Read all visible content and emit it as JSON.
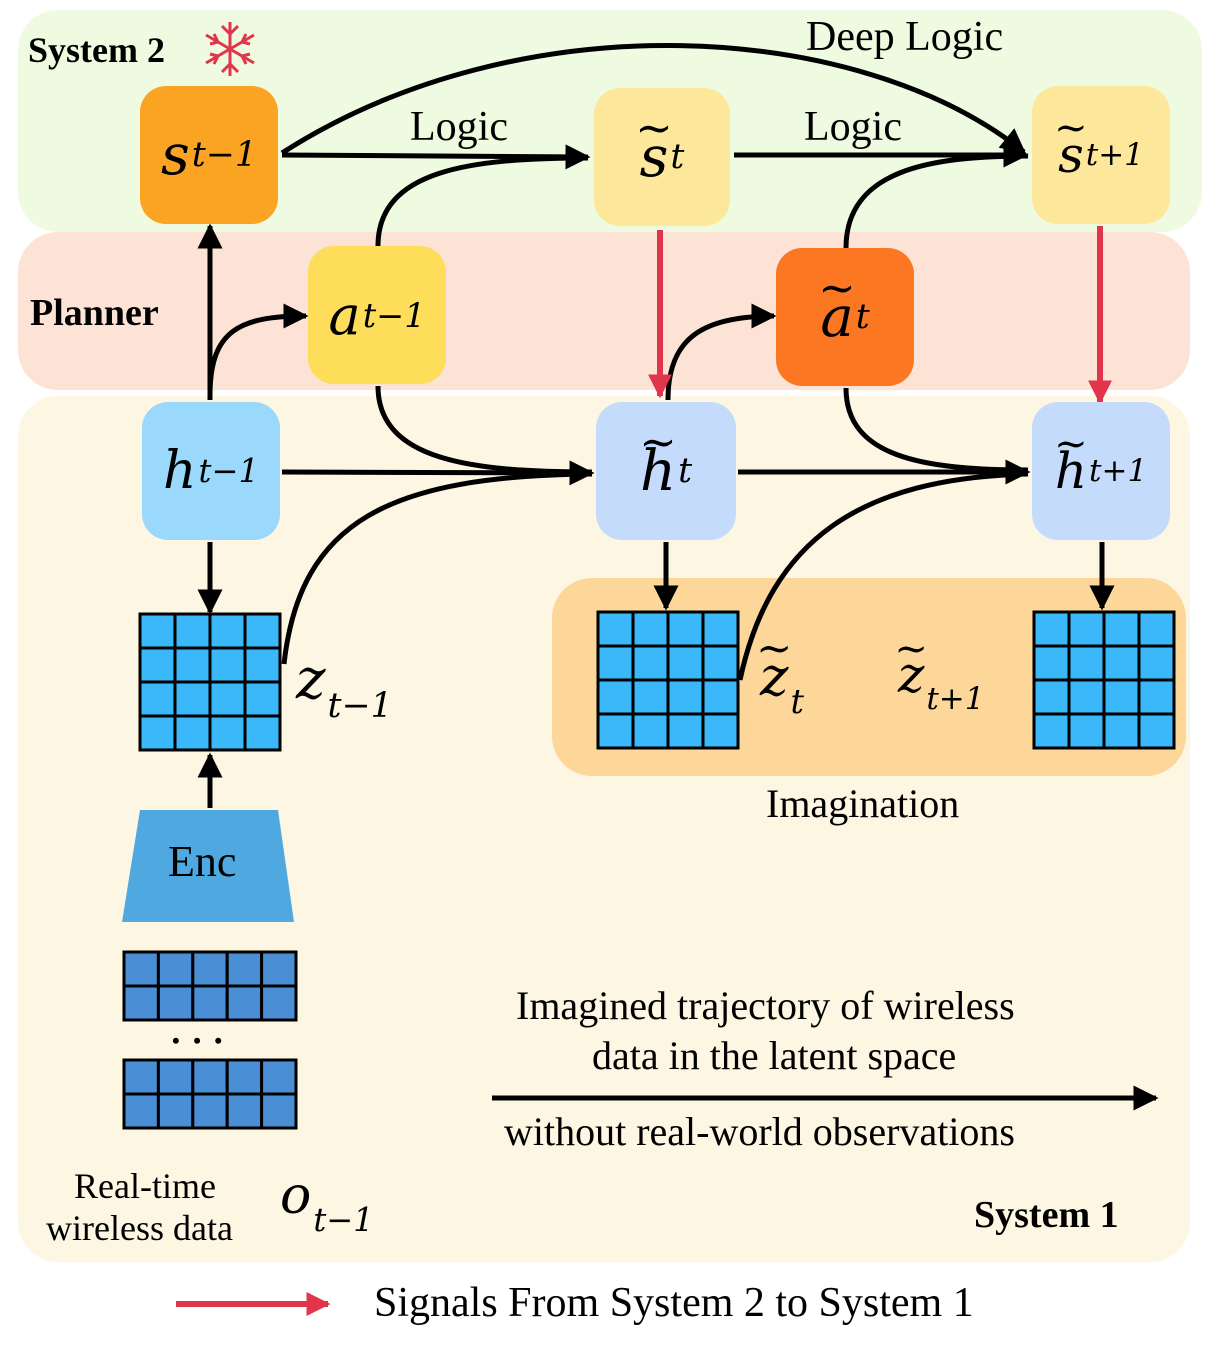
{
  "regions": {
    "system2": "System 2",
    "planner": "Planner",
    "system1": "System 1",
    "imagination": "Imagination"
  },
  "edges": {
    "deep_logic": "Deep Logic",
    "logic_1": "Logic",
    "logic_2": "Logic"
  },
  "nodes": {
    "s_prev": {
      "base": "s",
      "sub": "t−1"
    },
    "s_t": {
      "base": "s",
      "sub": "t"
    },
    "s_next": {
      "base": "s",
      "sub": "t+1"
    },
    "a_prev": {
      "base": "a",
      "sub": "t−1"
    },
    "a_t": {
      "base": "a",
      "sub": "t"
    },
    "h_prev": {
      "base": "h",
      "sub": "t−1"
    },
    "h_t": {
      "base": "h",
      "sub": "t"
    },
    "h_next": {
      "base": "h",
      "sub": "t+1"
    },
    "z_prev": {
      "base": "z",
      "sub": "t−1"
    },
    "z_t": {
      "base": "z",
      "sub": "t"
    },
    "z_next": {
      "base": "z",
      "sub": "t+1"
    },
    "o_prev": {
      "base": "o",
      "sub": "t−1"
    }
  },
  "encoder": "Enc",
  "input_label": {
    "line1": "Real-time",
    "line2": "wireless data"
  },
  "ellipsis": "• • •",
  "trajectory": {
    "line1": "Imagined trajectory of wireless",
    "line2": "data in the latent space",
    "line3": "without real-world observations"
  },
  "legend": {
    "label": "Signals From System 2 to System 1"
  },
  "colors": {
    "system2_bg": "#eefbe0",
    "planner_bg": "#fde3d6",
    "system1_bg": "#fdf6e3",
    "imagination_bg": "#fdd79a",
    "s_prev_fill": "#fba424",
    "light_yellow": "#fde79a",
    "a_prev_fill": "#fedd5a",
    "a_t_fill": "#fc7722",
    "h_prev_fill": "#9bd9fc",
    "h_fill": "#c4dbfb",
    "grid_cell": "#3bb8fa",
    "obs_cell": "#4a8fd6",
    "enc_fill": "#4fa8e0",
    "signal_red": "#e0354a"
  }
}
